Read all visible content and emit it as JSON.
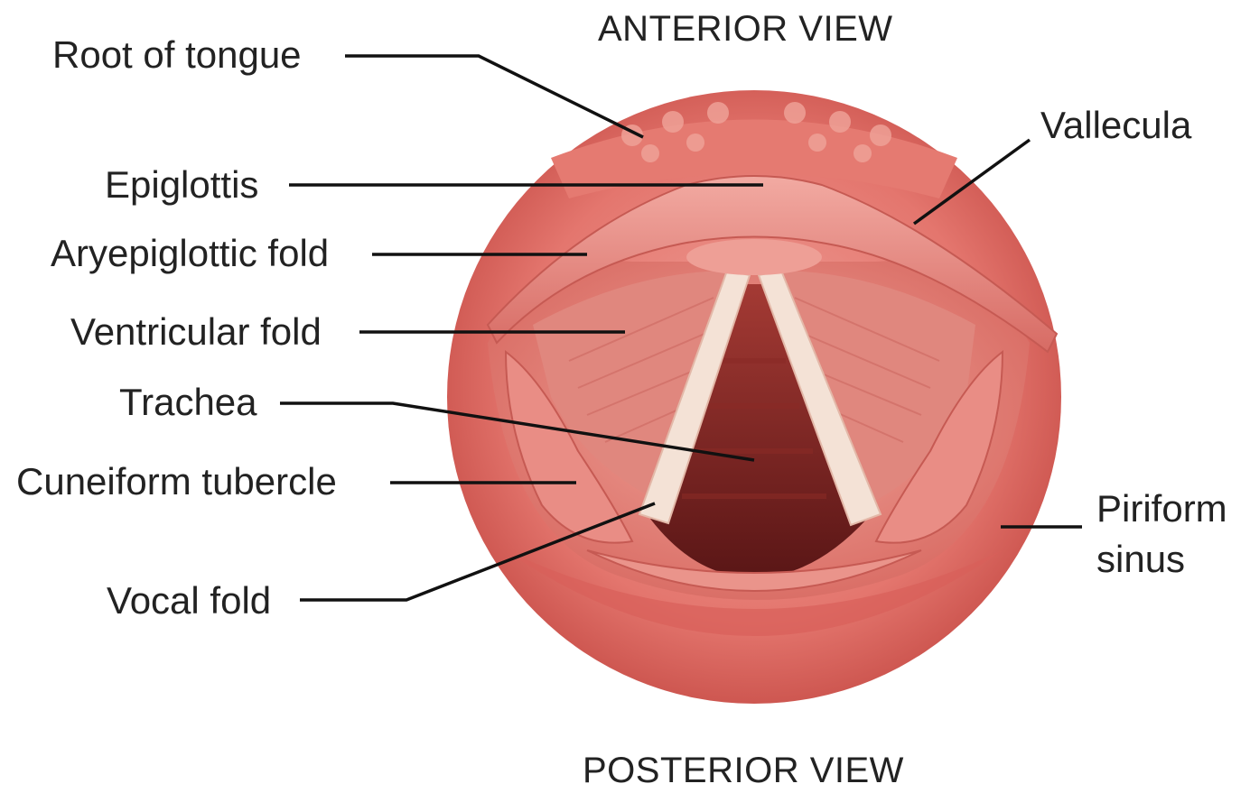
{
  "views": {
    "anterior": "ANTERIOR VIEW",
    "posterior": "POSTERIOR VIEW"
  },
  "labels": {
    "root_of_tongue": "Root of tongue",
    "epiglottis": "Epiglottis",
    "aryepiglottic_fold": "Aryepiglottic fold",
    "ventricular_fold": "Ventricular fold",
    "trachea": "Trachea",
    "cuneiform_tubercle": "Cuneiform tubercle",
    "vocal_fold": "Vocal fold",
    "vallecula": "Vallecula",
    "piriform_sinus_line1": "Piriform",
    "piriform_sinus_line2": "sinus"
  },
  "colors": {
    "outer_ring": "#d9615a",
    "inner_tissue": "#e8857c",
    "epiglottis": "#e9908a",
    "vocal_fold": "#f3ddd0",
    "trachea_dark": "#6e1f1f",
    "leader_line": "#111111"
  }
}
